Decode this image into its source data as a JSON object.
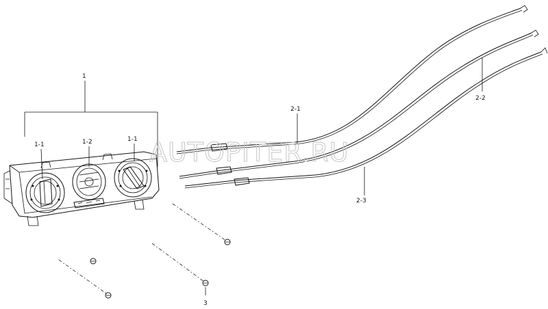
{
  "watermark": "AUTOPITER.RU",
  "callouts": {
    "assembly": "1",
    "knob_left": "1-1",
    "knob_center": "1-2",
    "knob_right": "1-1",
    "cable_upper": "2-1",
    "cable_right": "2-2",
    "cable_lower": "2-3",
    "screw": "3"
  },
  "colors": {
    "line": "#111111",
    "watermark": "#c9c9c9",
    "background": "#ffffff"
  }
}
